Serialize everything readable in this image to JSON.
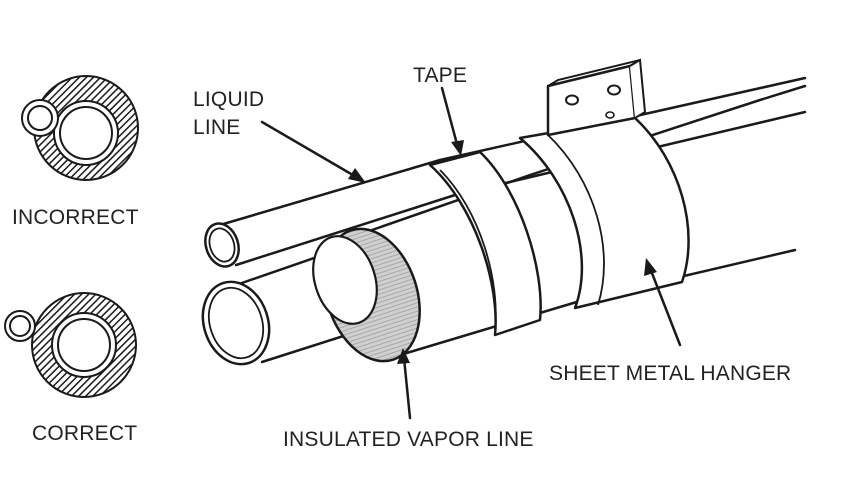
{
  "labels": {
    "tape": "TAPE",
    "liquid_line_1": "LIQUID",
    "liquid_line_2": "LINE",
    "incorrect": "INCORRECT",
    "correct": "CORRECT",
    "sheet_metal_hanger": "SHEET METAL HANGER",
    "insulated_vapor_line": "INSULATED VAPOR LINE"
  },
  "colors": {
    "stroke": "#1a1a1a",
    "hatch": "#1a1a1a",
    "insulation_end": "#c8c8c8",
    "background": "#ffffff"
  }
}
